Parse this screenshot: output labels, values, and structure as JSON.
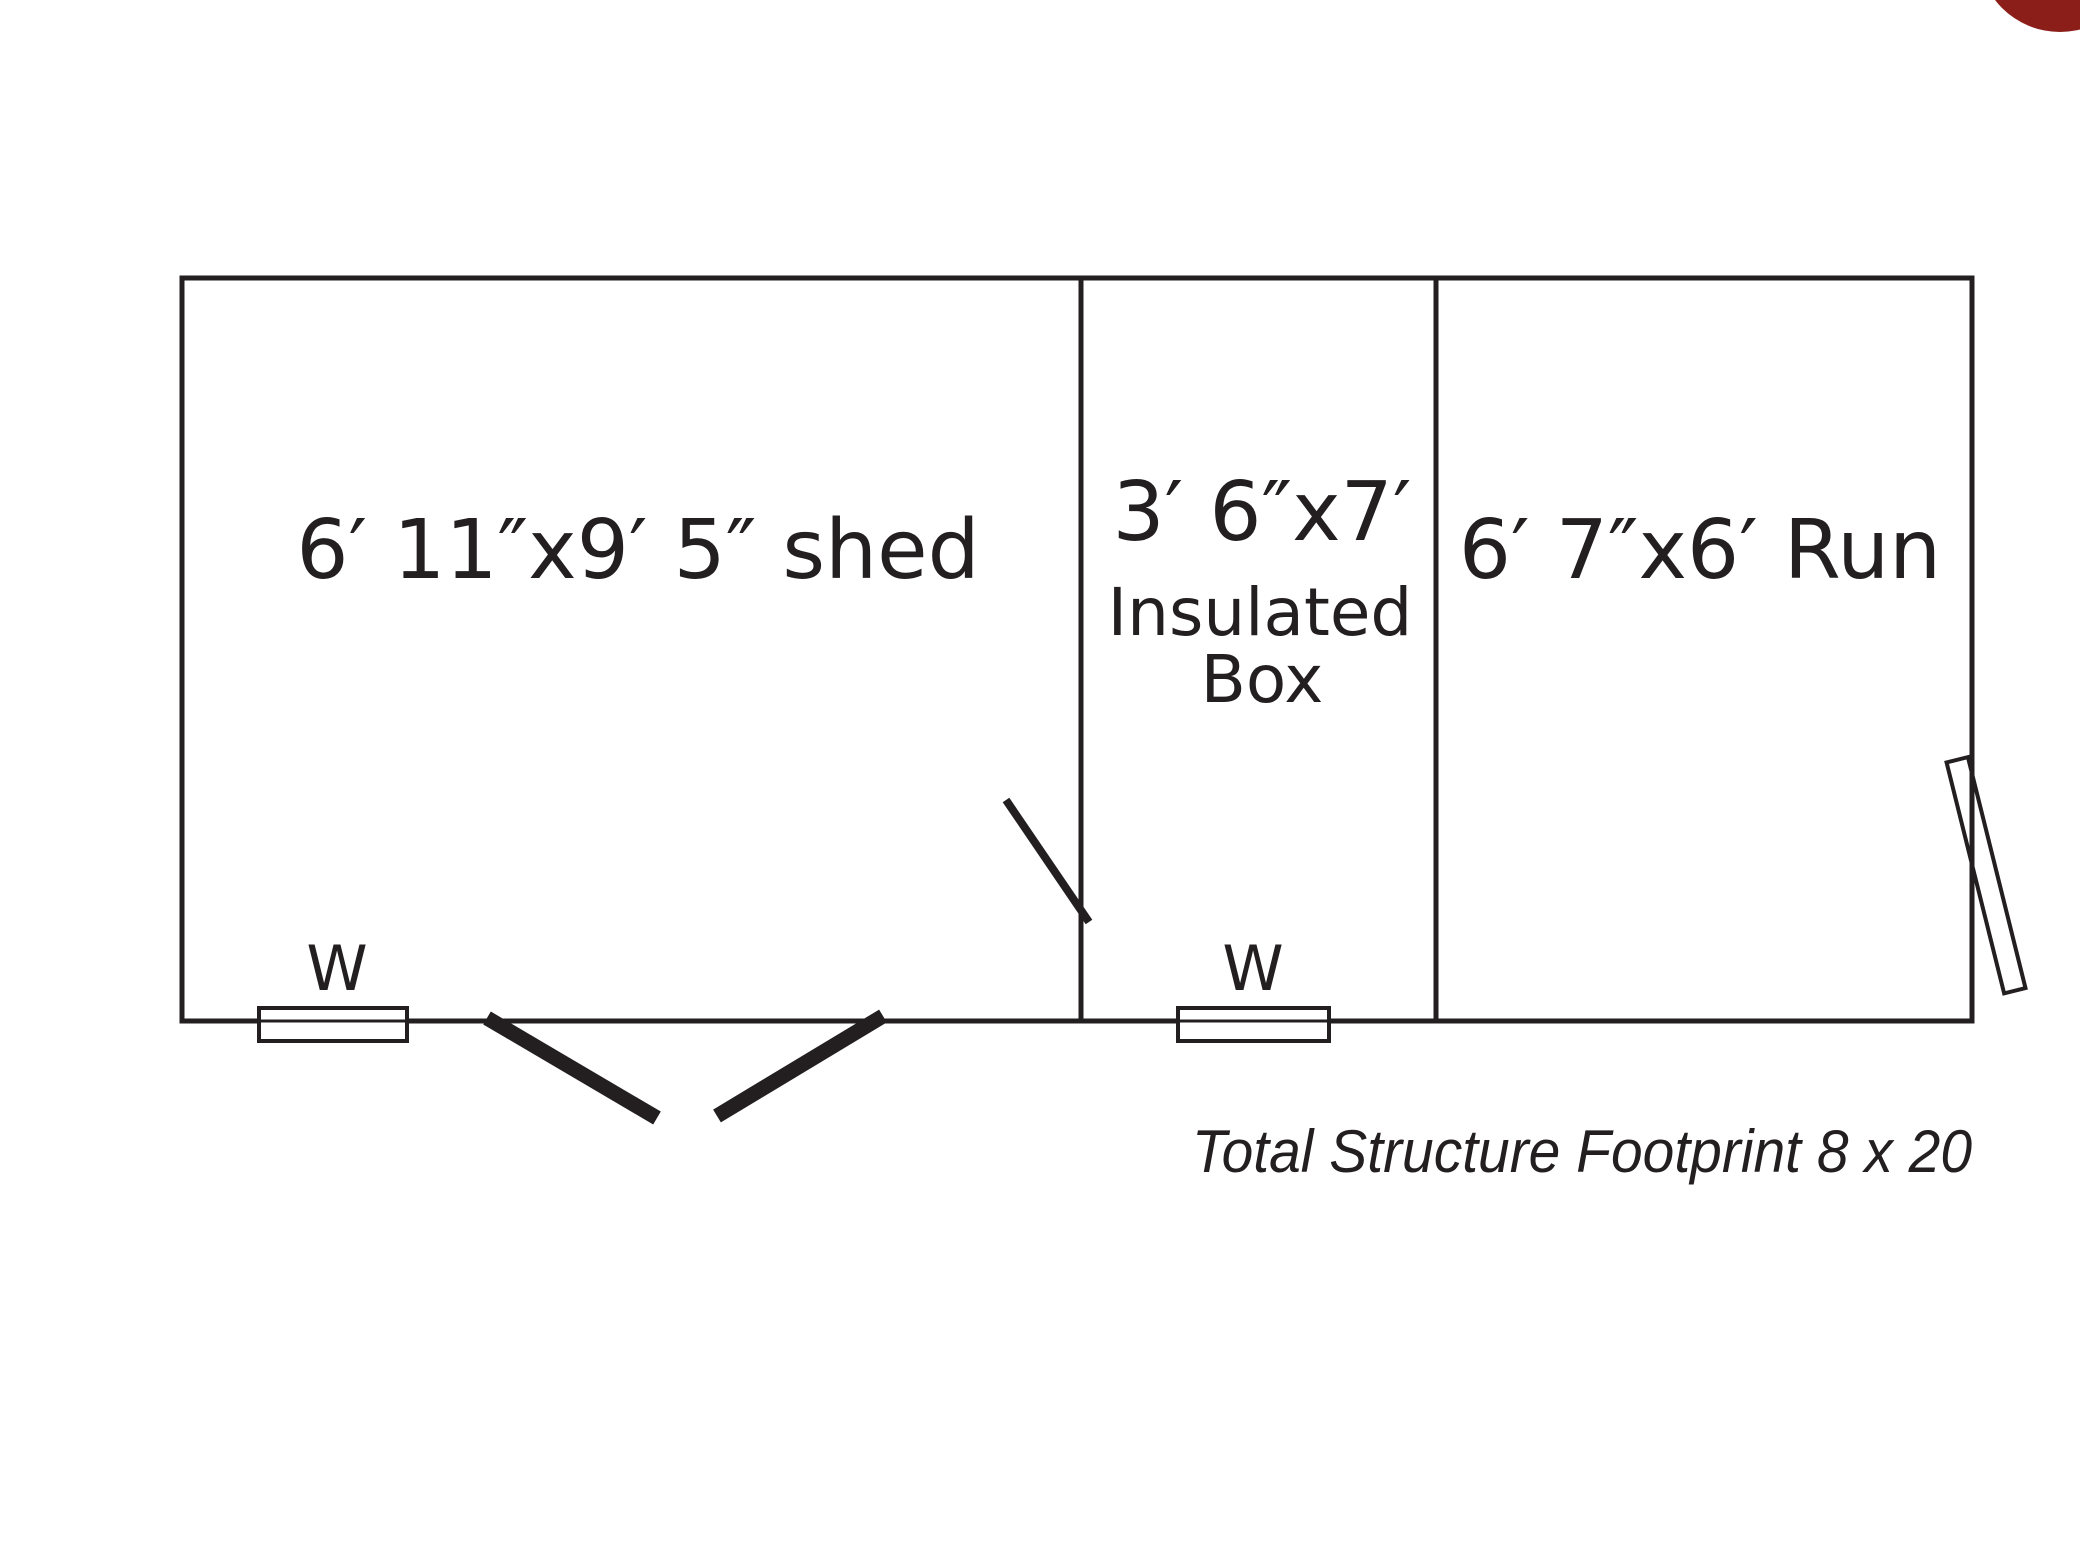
{
  "colors": {
    "line": "#231f20",
    "background": "#ffffff",
    "accent_corner": "#8b1e18"
  },
  "rooms": {
    "shed": {
      "label": "6′ 11″x9′ 5″ shed"
    },
    "box": {
      "dims": "3′ 6″x7′",
      "line1": "Insulated",
      "line2": "Box"
    },
    "run": {
      "label": "6′ 7″x6′ Run"
    }
  },
  "windows": {
    "left": {
      "label": "W"
    },
    "middle": {
      "label": "W"
    }
  },
  "footnote": "Total Structure Footprint 8 x 20"
}
